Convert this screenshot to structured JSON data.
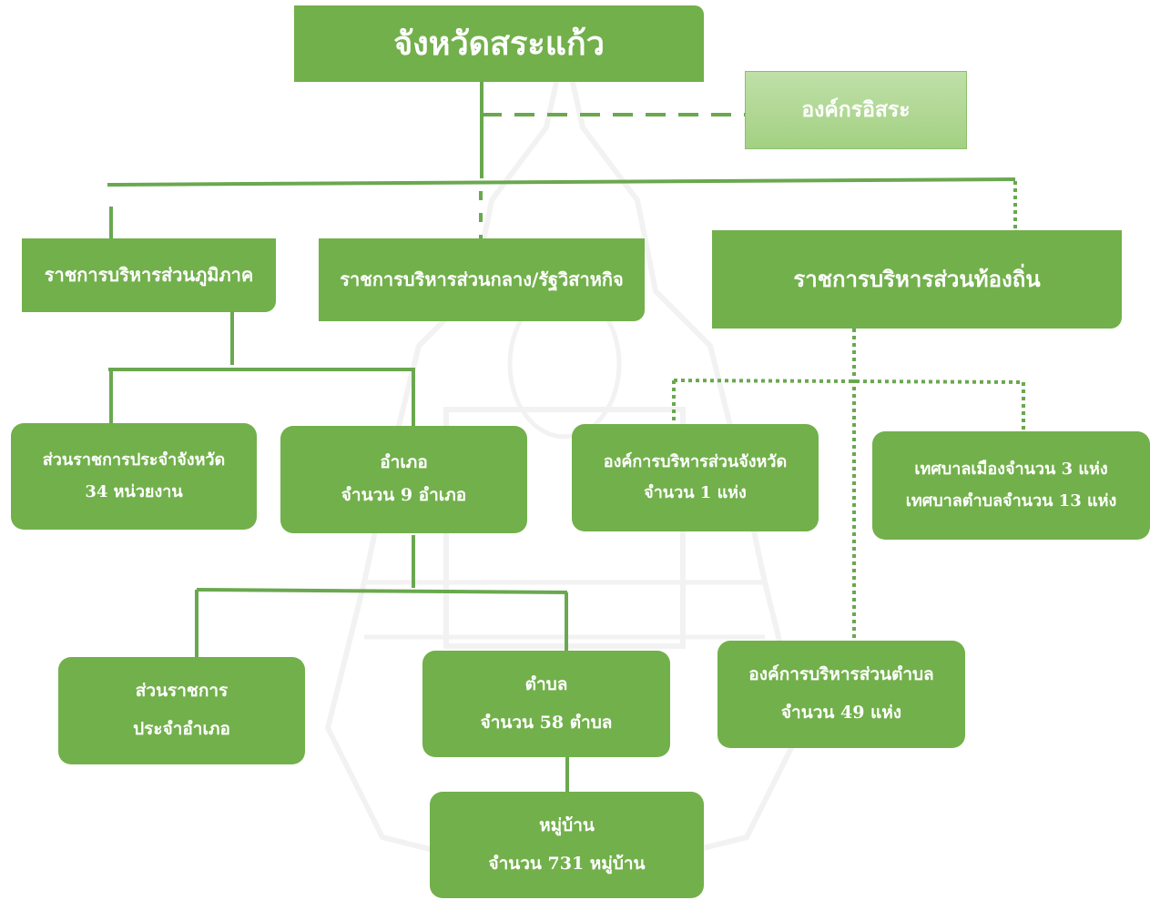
{
  "root": {
    "label": "จังหวัดสระแก้ว"
  },
  "independent": {
    "label": "องค์กรอิสระ"
  },
  "branches": {
    "regional": {
      "label": "ราชการบริหารส่วนภูมิภาค"
    },
    "central": {
      "label": "ราชการบริหารส่วนกลาง/รัฐวิสาหกิจ"
    },
    "local": {
      "label": "ราชการบริหารส่วนท้องถิ่น"
    }
  },
  "regional_children": {
    "provincial_units": {
      "line1": "ส่วนราชการประจำจังหวัด",
      "line2": "34 หน่วยงาน"
    },
    "districts": {
      "line1": "อำเภอ",
      "line2": "จำนวน 9 อำเภอ"
    }
  },
  "district_children": {
    "district_units": {
      "line1": "ส่วนราชการ",
      "line2": "ประจำอำเภอ"
    },
    "subdistricts": {
      "line1": "ตำบล",
      "line2": "จำนวน 58 ตำบล"
    }
  },
  "villages": {
    "line1": "หมู่บ้าน",
    "line2": "จำนวน  731 หมู่บ้าน"
  },
  "local_children": {
    "pao": {
      "line1": "องค์การบริหารส่วนจังหวัด",
      "line2": "จำนวน 1 แห่ง"
    },
    "municipalities": {
      "line1": "เทศบาลเมืองจำนวน 3 แห่ง",
      "line2": "เทศบาลตำบลจำนวน 13 แห่ง"
    },
    "sao": {
      "line1": "องค์การบริหารส่วนตำบล",
      "line2": "จำนวน  49 แห่ง"
    }
  },
  "colors": {
    "box": "#72b04b",
    "line": "#6aa84f",
    "light_box": "#a9d38a"
  }
}
